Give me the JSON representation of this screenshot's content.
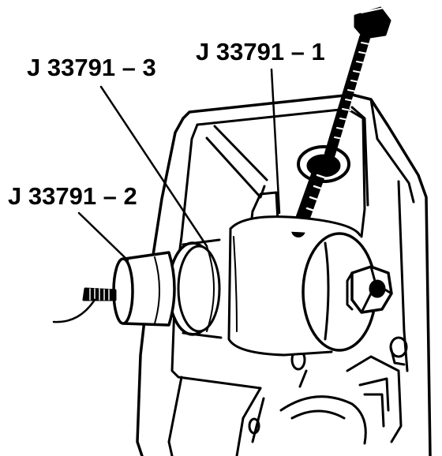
{
  "callouts": {
    "part_1": "J 33791 – 1",
    "part_3": "J 33791 – 3",
    "part_2": "J 33791 – 2"
  },
  "colors": {
    "ink": "#000000",
    "paper": "#ffffff"
  }
}
